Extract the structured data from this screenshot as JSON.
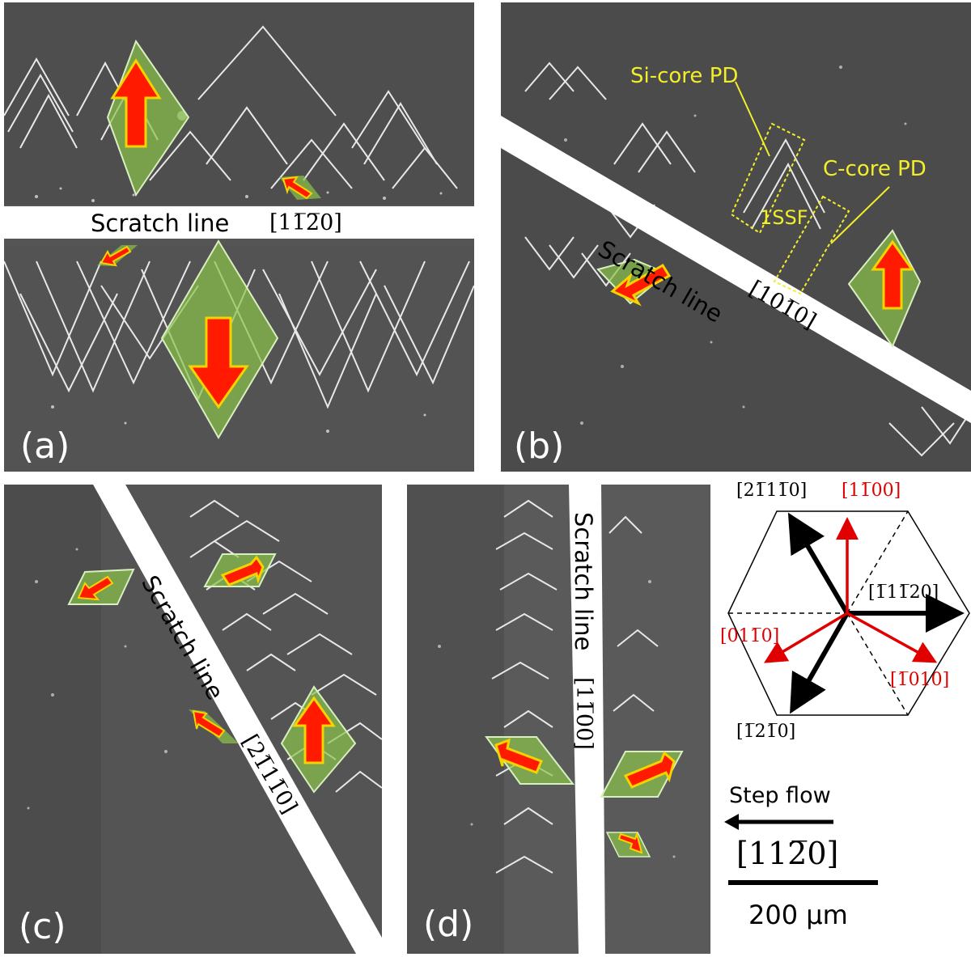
{
  "panels": {
    "a": {
      "label": "(a)",
      "scratch_label": "Scratch line",
      "direction": "[11̅2̅0]"
    },
    "b": {
      "label": "(b)",
      "scratch_label": "Scratch line",
      "direction": "[101̅0]",
      "annotations": {
        "si_core": "Si-core PD",
        "c_core": "C-core PD",
        "fault": "1SSF"
      }
    },
    "c": {
      "label": "(c)",
      "scratch_label": "Scratch line",
      "direction": "[21̅11̅0]"
    },
    "d": {
      "label": "(d)",
      "scratch_label": "Scratch line",
      "direction": "[11̅00]"
    }
  },
  "hexagon": {
    "directions_black": [
      "[21̅11̅0]",
      "[1̅11̅20]",
      "[1̅21̅0]"
    ],
    "directions_red": [
      "[11̅00]",
      "[011̅0]",
      "[1̅010]"
    ]
  },
  "legend": {
    "step_flow_label": "Step flow",
    "step_flow_direction": "[112̅0]",
    "scale_bar_label": "200 μm"
  },
  "colors": {
    "arrow_fill": "#ff1a00",
    "arrow_outline": "#f5d400",
    "diamond_fill": "#8bc34a",
    "overlay_red": "#e00000"
  }
}
